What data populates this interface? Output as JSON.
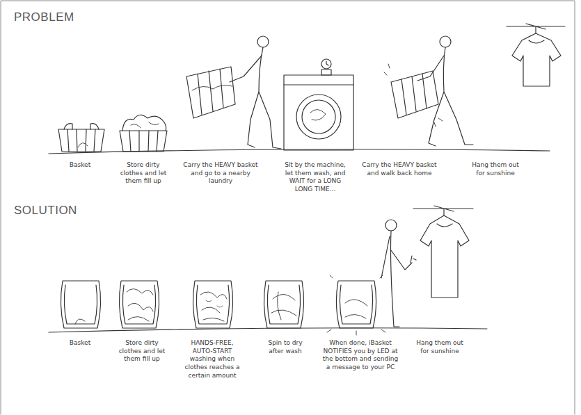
{
  "diagram": {
    "labels": [
      "PROBLEM",
      "Basket",
      "Store dirty clothes and let them fill up",
      "Carry the HEAVY basket and go to a nearby laundry",
      "Sit by the machine, let them wash, and WAIT for a LONG LONG TIME...",
      "Carry the HEAVY basket and walk back home",
      "Hang them out for sunshine",
      "SOLUTION",
      "Basket",
      "Store dirty clothes and let them fill up",
      "HANDS-FREE, AUTO-START washing when clothes reaches a certain amount",
      "Spin to dry after wash",
      "When done, iBasket NOTIFIES you by LED at the bottom and sending a message to your PC",
      "Hang them out for sunshine"
    ]
  }
}
